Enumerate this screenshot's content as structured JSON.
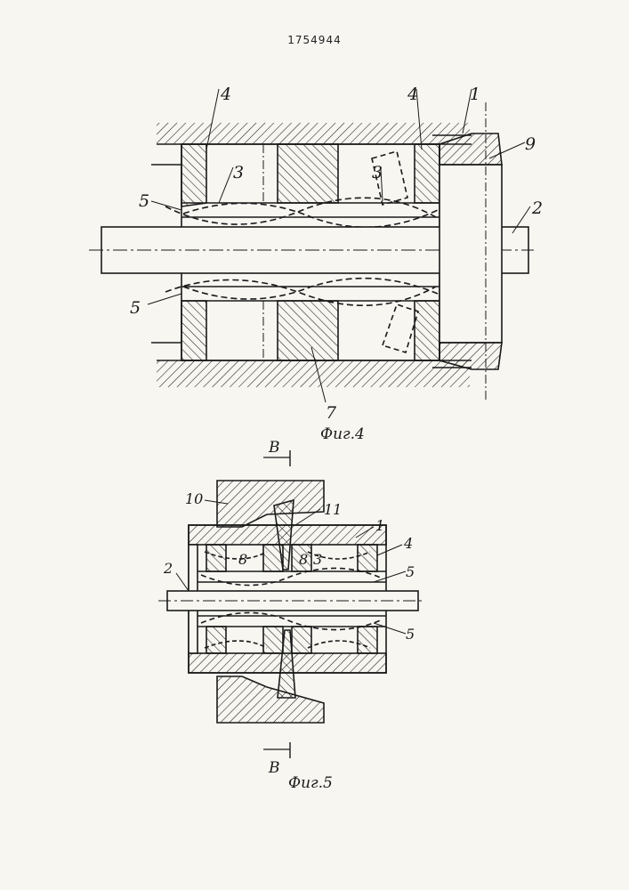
{
  "header": {
    "document_number": "1754944"
  },
  "figure4": {
    "caption": "Фиг.4",
    "labels": {
      "l1": "1",
      "l2": "2",
      "l3a": "3",
      "l3b": "3",
      "l4a": "4",
      "l4b": "4",
      "l5a": "5",
      "l5b": "5",
      "l7": "7",
      "l9": "9"
    }
  },
  "figure5": {
    "caption": "Фиг.5",
    "section_marker": "B",
    "labels": {
      "l10": "10",
      "l11": "11",
      "l1": "1",
      "l4": "4",
      "l8a": "8",
      "l8b": "8",
      "l3": "3",
      "l2": "2",
      "l5a": "5",
      "l5b": "5"
    }
  }
}
